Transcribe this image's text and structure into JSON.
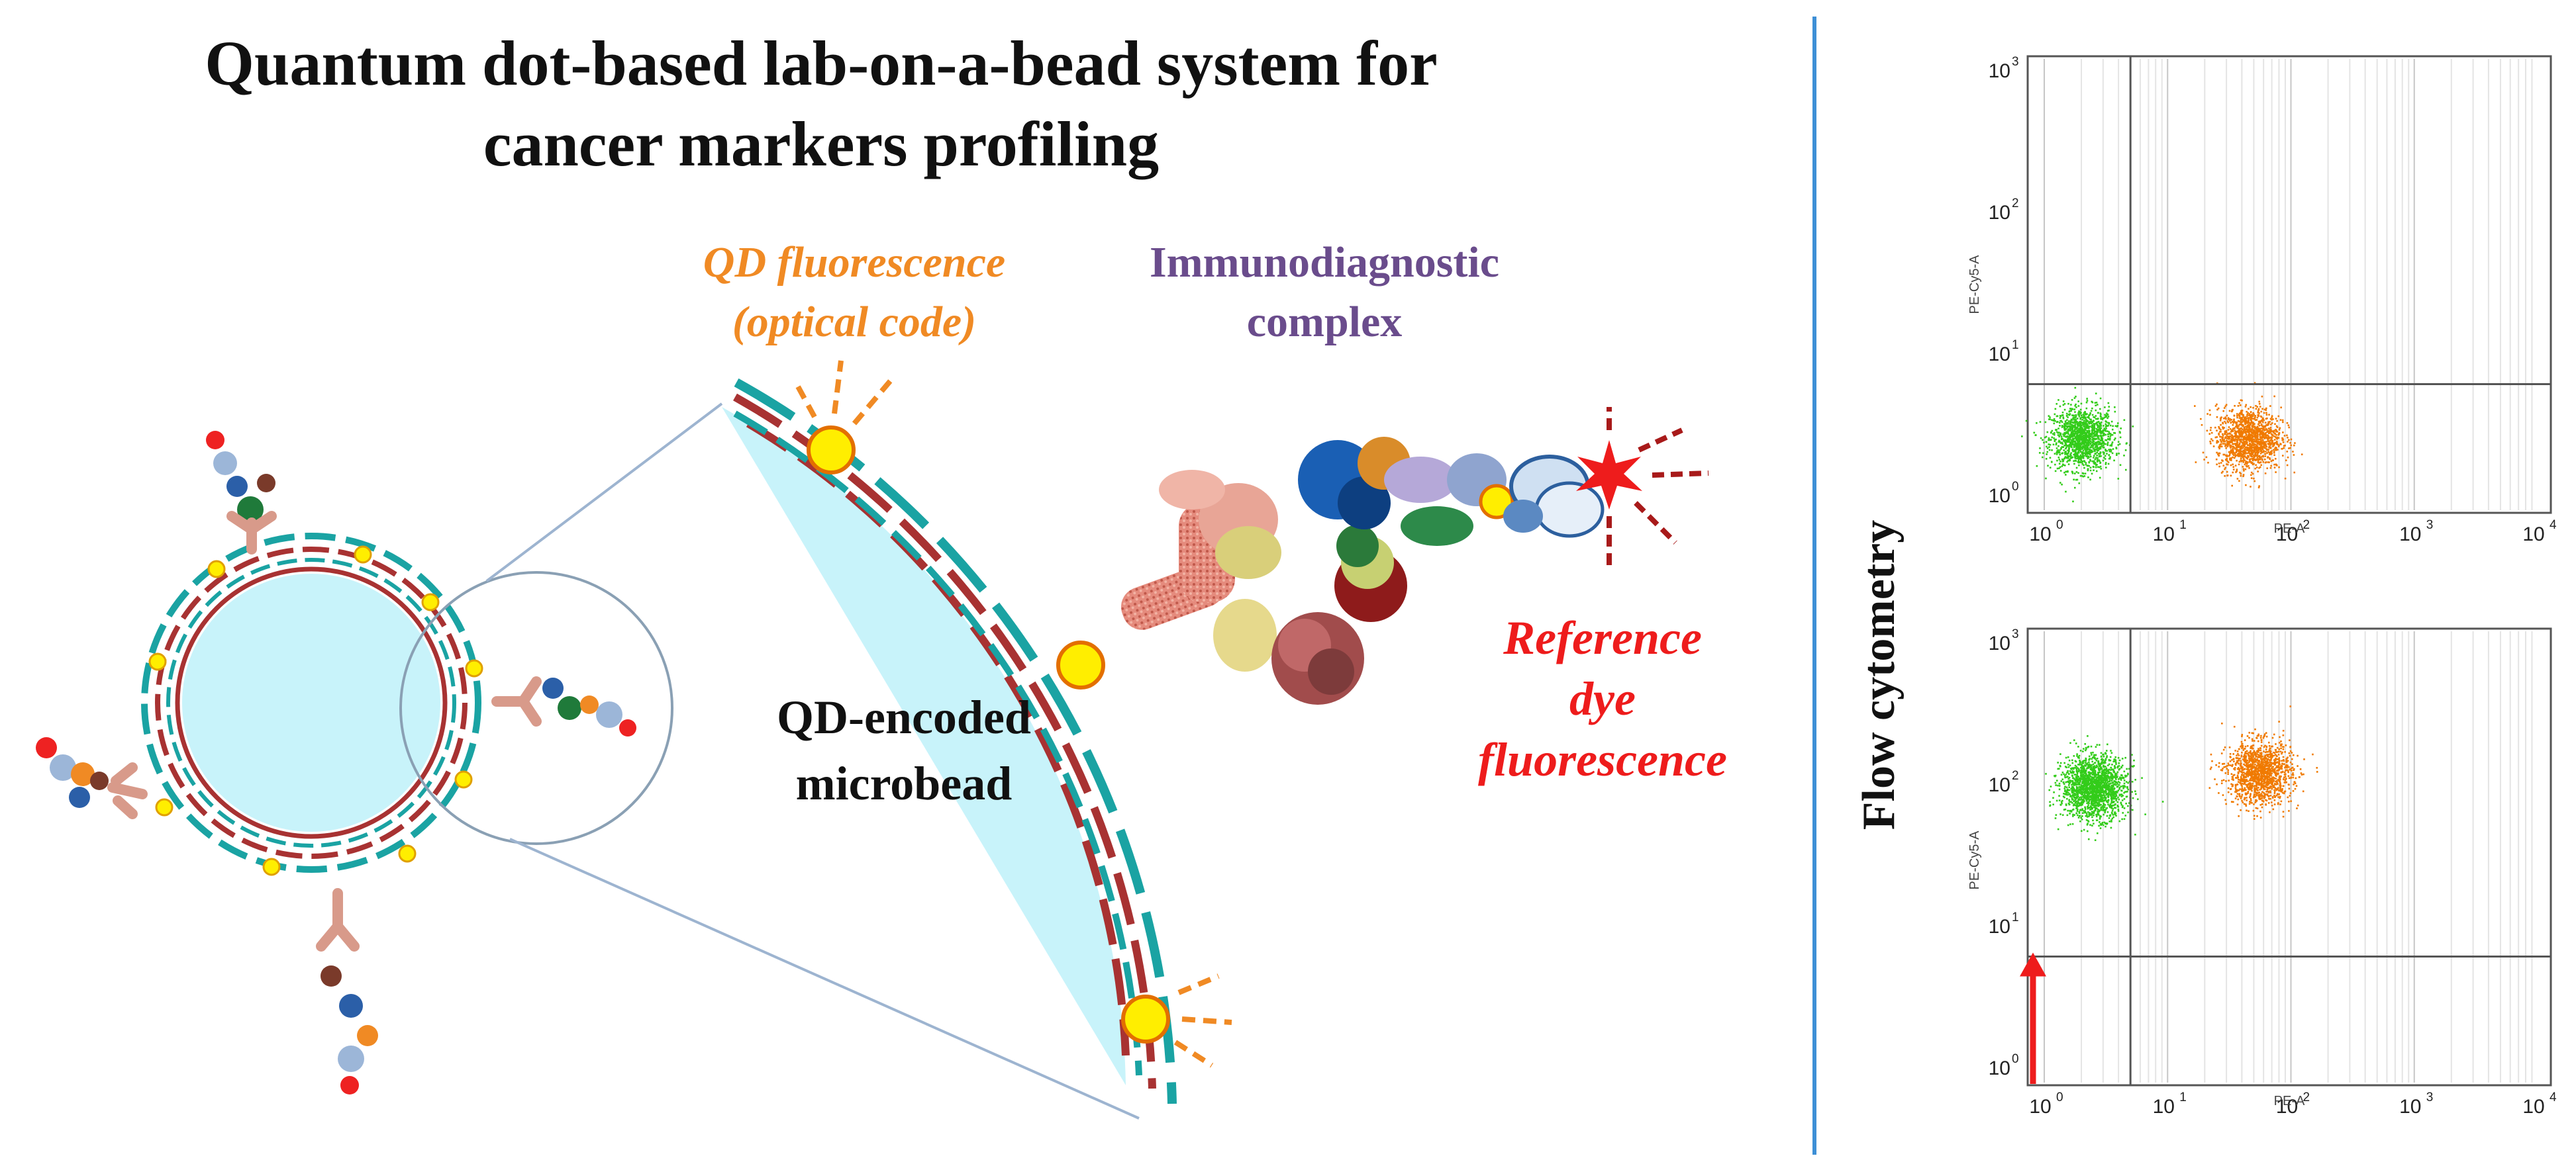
{
  "title": {
    "line1": "Quantum dot-based lab-on-a-bead system for",
    "line2": "cancer markers profiling"
  },
  "labels": {
    "qd_fluorescence_line1": "QD fluorescence",
    "qd_fluorescence_line2": "(optical code)",
    "immuno_line1": "Immunodiagnostic",
    "immuno_line2": "complex",
    "microbead_line1": "QD-encoded",
    "microbead_line2": "microbead",
    "reference_line1": "Reference",
    "reference_line2": "dye",
    "reference_line3": "fluorescence"
  },
  "flow_label": "Flow cytometry",
  "colors": {
    "bead_fill": "#c8f3fa",
    "teal_shell": "#1aa3a3",
    "red_shell": "#a83232",
    "qd_dot": "#ffee00",
    "qd_ray": "#f08a24",
    "ref_red": "#ee1c1c",
    "divider": "#3d8fd6",
    "green_pop": "#33cc1a",
    "orange_pop": "#f07a00"
  },
  "chart_data": [
    {
      "type": "scatter",
      "xlabel": "PE-A",
      "ylabel": "PE-Cy5-A",
      "x_scale": "log",
      "y_scale": "log",
      "xlim": [
        1,
        10000
      ],
      "ylim": [
        1,
        1000
      ],
      "x_ticks": [
        "10",
        "10",
        "10",
        "10",
        "10"
      ],
      "x_tick_exponents": [
        "0",
        "1",
        "2",
        "3",
        "4"
      ],
      "y_ticks": [
        "10",
        "10",
        "10",
        "10"
      ],
      "y_tick_exponents": [
        "0",
        "1",
        "2",
        "3"
      ],
      "grid": true,
      "gate": {
        "x": 5,
        "y": 6
      },
      "series": [
        {
          "color": "#33cc1a",
          "center_x": 2,
          "center_y": 2.5,
          "points": 1400
        },
        {
          "color": "#f07a00",
          "center_x": 45,
          "center_y": 2.5,
          "points": 1400
        }
      ]
    },
    {
      "type": "scatter",
      "xlabel": "PE-A",
      "ylabel": "PE-Cy5-A",
      "x_scale": "log",
      "y_scale": "log",
      "xlim": [
        1,
        10000
      ],
      "ylim": [
        1,
        1000
      ],
      "x_ticks": [
        "10",
        "10",
        "10",
        "10",
        "10"
      ],
      "x_tick_exponents": [
        "0",
        "1",
        "2",
        "3",
        "4"
      ],
      "y_ticks": [
        "10",
        "10",
        "10",
        "10"
      ],
      "y_tick_exponents": [
        "0",
        "1",
        "2",
        "3"
      ],
      "grid": true,
      "gate": {
        "x": 5,
        "y": 6
      },
      "arrow": {
        "color": "#ee1c1c"
      },
      "series": [
        {
          "color": "#33cc1a",
          "center_x": 2.5,
          "center_y": 95,
          "points": 1800
        },
        {
          "color": "#f07a00",
          "center_x": 55,
          "center_y": 120,
          "points": 1400
        }
      ]
    }
  ]
}
